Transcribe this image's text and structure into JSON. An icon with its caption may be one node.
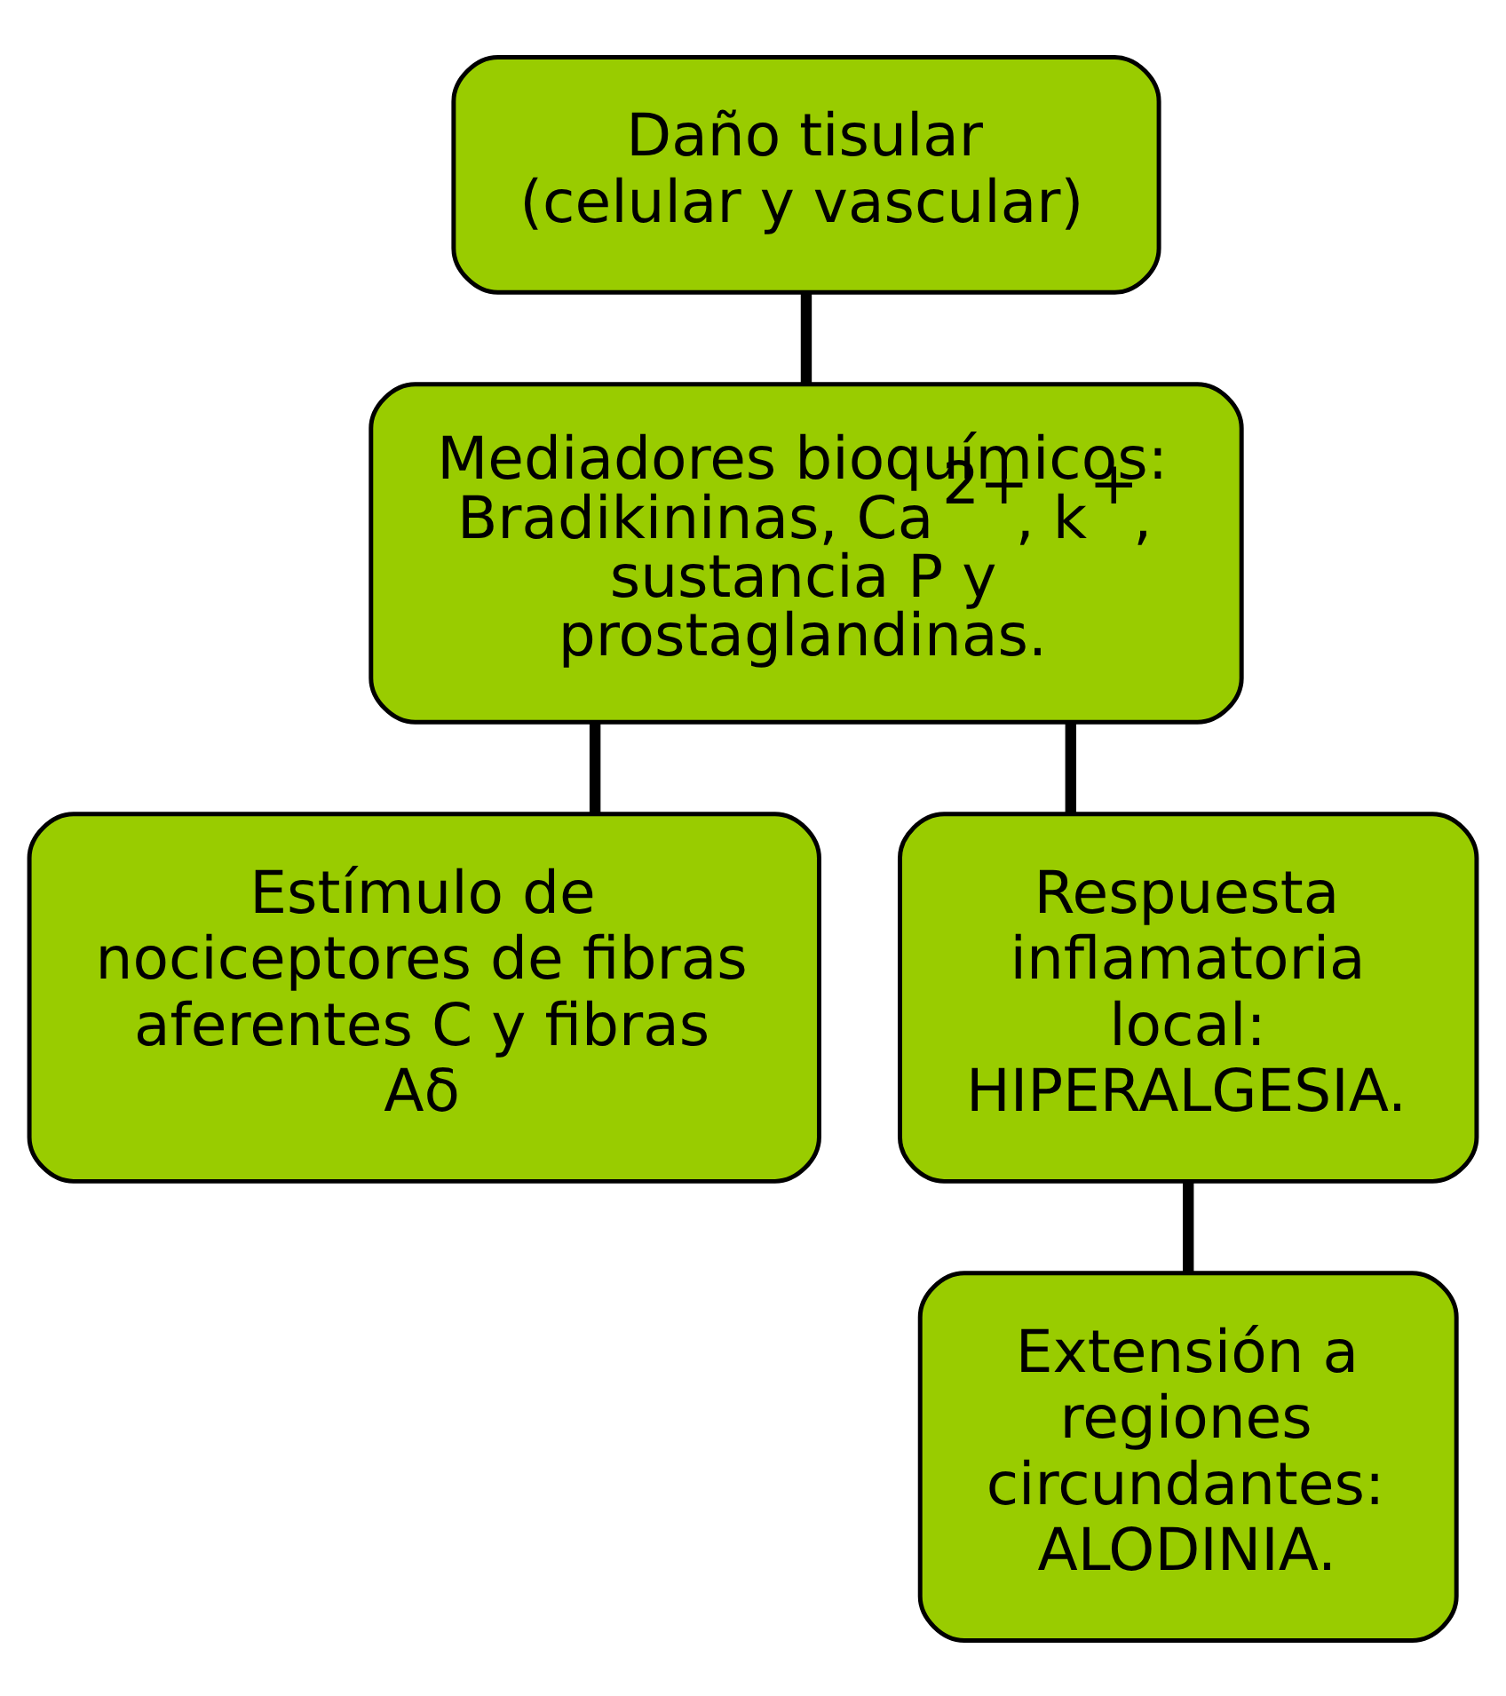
{
  "diagram": {
    "nodes": [
      {
        "text": [
          "Daño tisular (celular y vascular)"
        ]
      },
      {
        "text": [
          "Mediadores bioquímicos: Bradikininas, Ca$^{2+}$, k$^{+}$, sustancia P y prostaglandinas."
        ]
      },
      {
        "text": [
          "Estímulo de nociceptores de fibras aferentes C y fibras Aδ"
        ]
      },
      {
        "text": [
          "Respuesta inflamatoria local: HIPERALGESIA."
        ]
      },
      {
        "text": [
          "Extensión a regiones circundantes: ALODINIA."
        ]
      }
    ],
    "edges": [
      {
        "from": 0,
        "to": 1,
        "arrow": "none"
      },
      {
        "from": 1,
        "to": 2,
        "arrow": "none"
      },
      {
        "from": 1,
        "to": 3,
        "arrow": "none"
      },
      {
        "from": 3,
        "to": 4,
        "arrow": "none"
      }
    ]
  }
}
